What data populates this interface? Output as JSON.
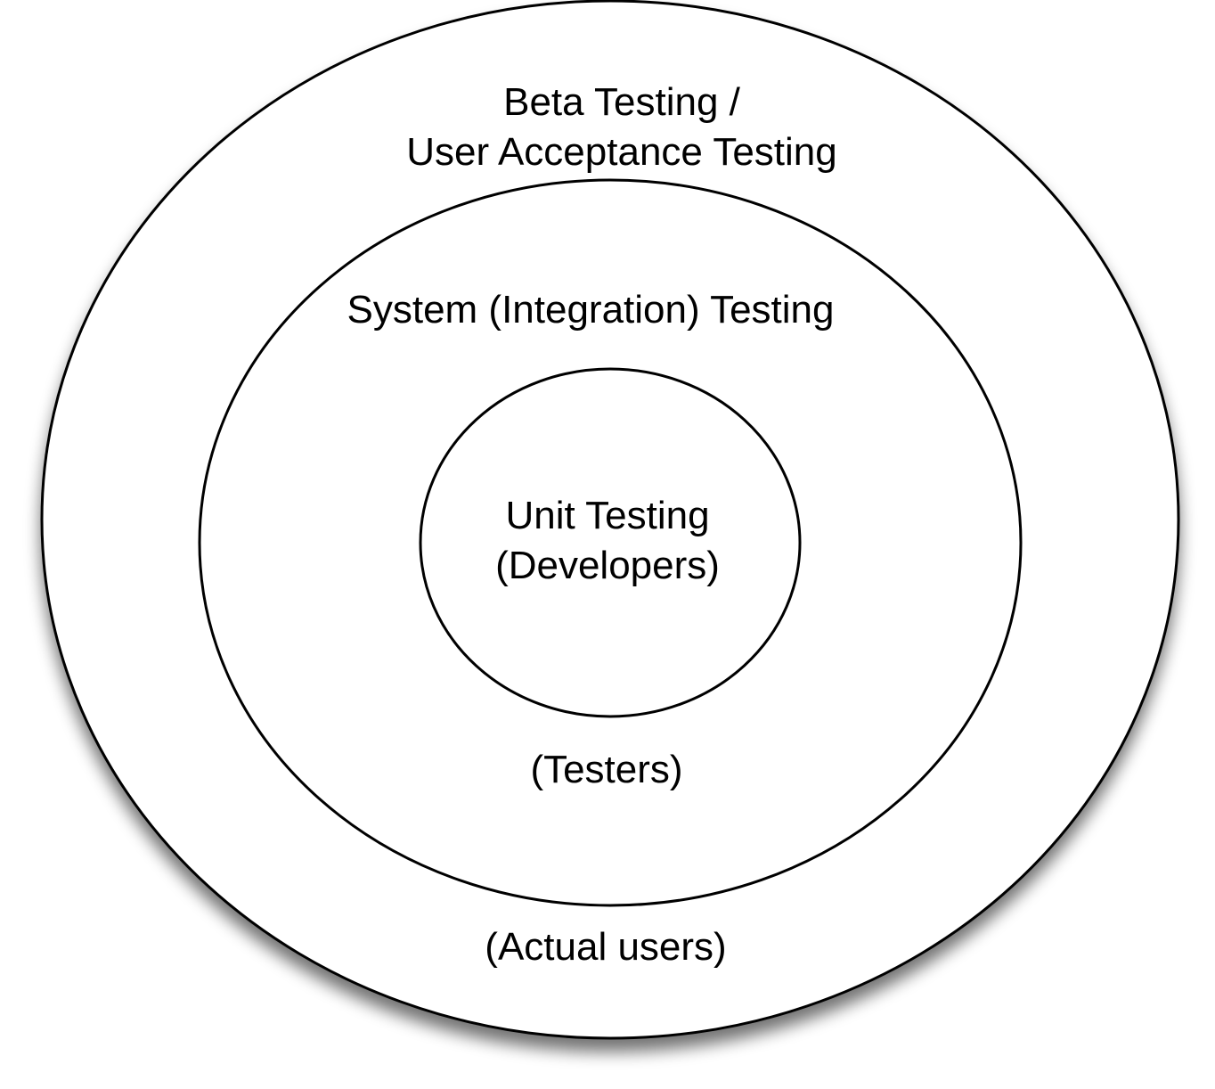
{
  "diagram": {
    "type": "nested-circles",
    "colors": {
      "stroke": "#000000",
      "fill": "#ffffff",
      "text": "#000000",
      "shadow": "#555555"
    },
    "outer_ring": {
      "title_line_1": "Beta Testing /",
      "title_line_2": "User Acceptance Testing",
      "subtitle": "(Actual users)"
    },
    "middle_ring": {
      "title": "System (Integration) Testing",
      "subtitle": "(Testers)"
    },
    "inner_ring": {
      "title": "Unit Testing",
      "subtitle": "(Developers)"
    }
  }
}
